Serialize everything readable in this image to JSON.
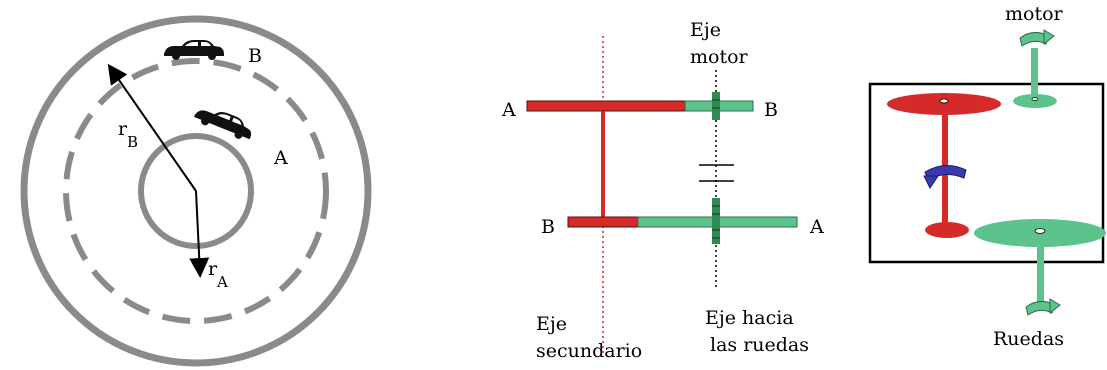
{
  "track_diagram": {
    "car_b_label": "B",
    "car_a_label": "A",
    "radius_b_letter": "r",
    "radius_b_sub": "B",
    "radius_a_letter": "r",
    "radius_a_sub": "A"
  },
  "gear_diagram": {
    "motor_axis_line1": "Eje",
    "motor_axis_line2": "motor",
    "top_left_label": "A",
    "top_right_label": "B",
    "bottom_left_label": "B",
    "bottom_right_label": "A",
    "secondary_axis_line1": "Eje",
    "secondary_axis_line2": "secundario",
    "wheels_axis_line1": "Eje hacia",
    "wheels_axis_line2": "las ruedas"
  },
  "disk_diagram": {
    "motor_label": "motor",
    "wheels_label": "Ruedas"
  },
  "colors": {
    "red": "#d42a2a",
    "green": "#5cc38d",
    "gray": "#8a8a8a",
    "blue": "#2a2aa0"
  }
}
